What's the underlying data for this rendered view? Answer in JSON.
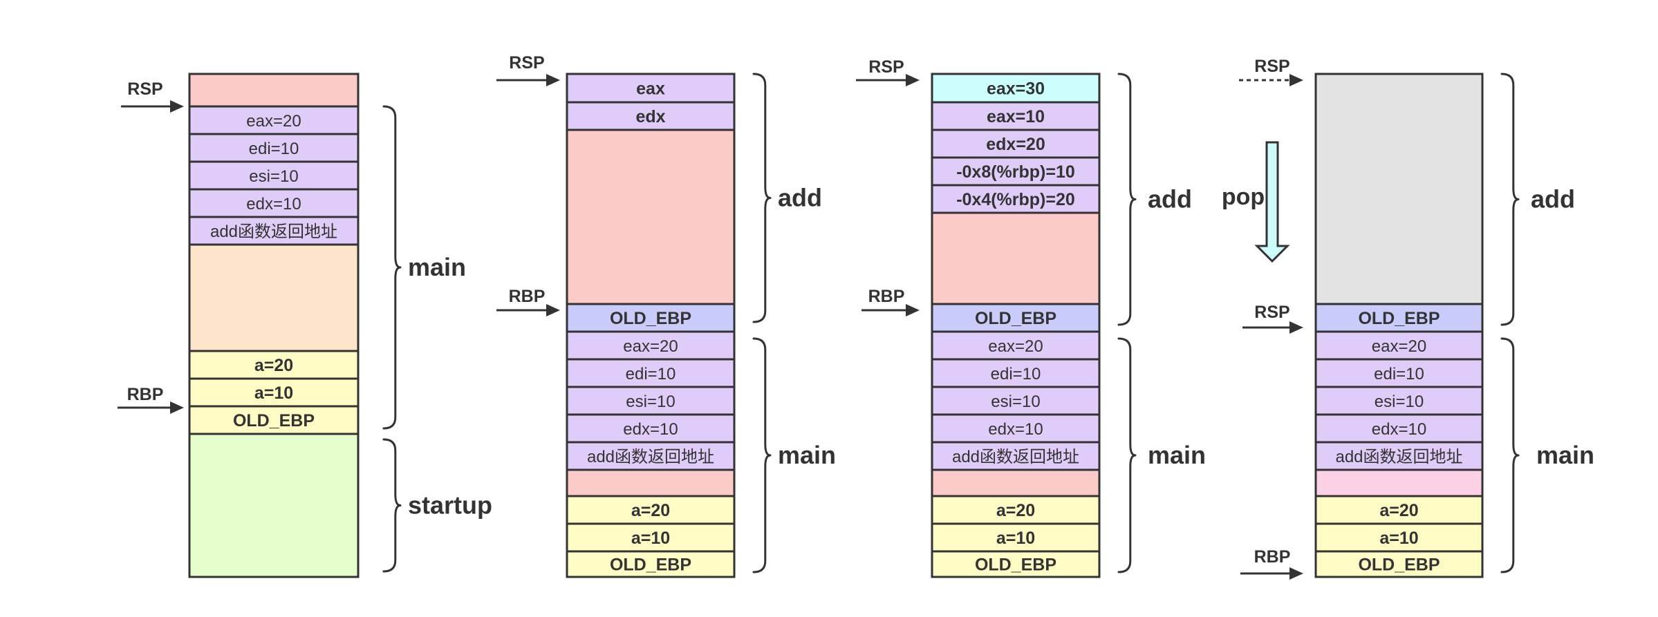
{
  "colors": {
    "outline": "#333333",
    "text": "#333333",
    "purple": "#e0ccf8",
    "pink": "#fdcaca",
    "peach": "#fde5cc",
    "yellow": "#fefcc4",
    "green": "#e6fdcc",
    "blue": "#c9cbfb",
    "cyan": "#ccfefe",
    "gray": "#e3e3e3",
    "magenta": "#fcd0e6",
    "pop_arrow_fill": "#ccfcfc"
  },
  "stacks": [
    {
      "cells": [
        {
          "label": "",
          "color": "pink",
          "bold": false
        },
        {
          "label": "eax=20",
          "color": "purple",
          "bold": false
        },
        {
          "label": "edi=10",
          "color": "purple",
          "bold": false
        },
        {
          "label": "esi=10",
          "color": "purple",
          "bold": false
        },
        {
          "label": "edx=10",
          "color": "purple",
          "bold": false
        },
        {
          "label": "add函数返回地址",
          "color": "purple",
          "bold": false
        },
        {
          "label": "",
          "color": "peach",
          "bold": false
        },
        {
          "label": "a=20",
          "color": "yellow",
          "bold": true
        },
        {
          "label": "a=10",
          "color": "yellow",
          "bold": true
        },
        {
          "label": "OLD_EBP",
          "color": "yellow",
          "bold": true
        },
        {
          "label": "",
          "color": "green",
          "bold": false
        }
      ],
      "braces": [
        {
          "label": "main"
        },
        {
          "label": "startup"
        }
      ],
      "pointers": [
        {
          "label": "RSP",
          "dashed": false
        },
        {
          "label": "RBP",
          "dashed": false
        }
      ]
    },
    {
      "cells": [
        {
          "label": "eax",
          "color": "purple",
          "bold": true
        },
        {
          "label": "edx",
          "color": "purple",
          "bold": true
        },
        {
          "label": "",
          "color": "pink",
          "bold": false
        },
        {
          "label": "OLD_EBP",
          "color": "blue",
          "bold": true
        },
        {
          "label": "eax=20",
          "color": "purple",
          "bold": false
        },
        {
          "label": "edi=10",
          "color": "purple",
          "bold": false
        },
        {
          "label": "esi=10",
          "color": "purple",
          "bold": false
        },
        {
          "label": "edx=10",
          "color": "purple",
          "bold": false
        },
        {
          "label": "add函数返回地址",
          "color": "purple",
          "bold": false
        },
        {
          "label": "",
          "color": "pink",
          "bold": false
        },
        {
          "label": "a=20",
          "color": "yellow",
          "bold": true
        },
        {
          "label": "a=10",
          "color": "yellow",
          "bold": true
        },
        {
          "label": "OLD_EBP",
          "color": "yellow",
          "bold": true
        }
      ],
      "braces": [
        {
          "label": "add"
        },
        {
          "label": "main"
        }
      ],
      "pointers": [
        {
          "label": "RSP",
          "dashed": false
        },
        {
          "label": "RBP",
          "dashed": false
        }
      ]
    },
    {
      "cells": [
        {
          "label": "eax=30",
          "color": "cyan",
          "bold": true
        },
        {
          "label": "eax=10",
          "color": "purple",
          "bold": true
        },
        {
          "label": "edx=20",
          "color": "purple",
          "bold": true
        },
        {
          "label": "-0x8(%rbp)=10",
          "color": "purple",
          "bold": true
        },
        {
          "label": "-0x4(%rbp)=20",
          "color": "purple",
          "bold": true
        },
        {
          "label": "",
          "color": "pink",
          "bold": false
        },
        {
          "label": "OLD_EBP",
          "color": "blue",
          "bold": true
        },
        {
          "label": "eax=20",
          "color": "purple",
          "bold": false
        },
        {
          "label": "edi=10",
          "color": "purple",
          "bold": false
        },
        {
          "label": "esi=10",
          "color": "purple",
          "bold": false
        },
        {
          "label": "edx=10",
          "color": "purple",
          "bold": false
        },
        {
          "label": "add函数返回地址",
          "color": "purple",
          "bold": false
        },
        {
          "label": "",
          "color": "pink",
          "bold": false
        },
        {
          "label": "a=20",
          "color": "yellow",
          "bold": true
        },
        {
          "label": "a=10",
          "color": "yellow",
          "bold": true
        },
        {
          "label": "OLD_EBP",
          "color": "yellow",
          "bold": true
        }
      ],
      "braces": [
        {
          "label": "add"
        },
        {
          "label": "main"
        }
      ],
      "pointers": [
        {
          "label": "RSP",
          "dashed": false
        },
        {
          "label": "RBP",
          "dashed": false
        }
      ]
    },
    {
      "cells": [
        {
          "label": "",
          "color": "gray",
          "bold": false
        },
        {
          "label": "OLD_EBP",
          "color": "blue",
          "bold": true
        },
        {
          "label": "eax=20",
          "color": "purple",
          "bold": false
        },
        {
          "label": "edi=10",
          "color": "purple",
          "bold": false
        },
        {
          "label": "esi=10",
          "color": "purple",
          "bold": false
        },
        {
          "label": "edx=10",
          "color": "purple",
          "bold": false
        },
        {
          "label": "add函数返回地址",
          "color": "purple",
          "bold": false
        },
        {
          "label": "",
          "color": "magenta",
          "bold": false
        },
        {
          "label": "a=20",
          "color": "yellow",
          "bold": true
        },
        {
          "label": "a=10",
          "color": "yellow",
          "bold": true
        },
        {
          "label": "OLD_EBP",
          "color": "yellow",
          "bold": true
        }
      ],
      "braces": [
        {
          "label": "add"
        },
        {
          "label": "main"
        }
      ],
      "pointers": [
        {
          "label": "RSP",
          "dashed": true
        },
        {
          "label": "RSP",
          "dashed": false
        },
        {
          "label": "RBP",
          "dashed": false
        }
      ],
      "pop_label": "pop"
    }
  ]
}
